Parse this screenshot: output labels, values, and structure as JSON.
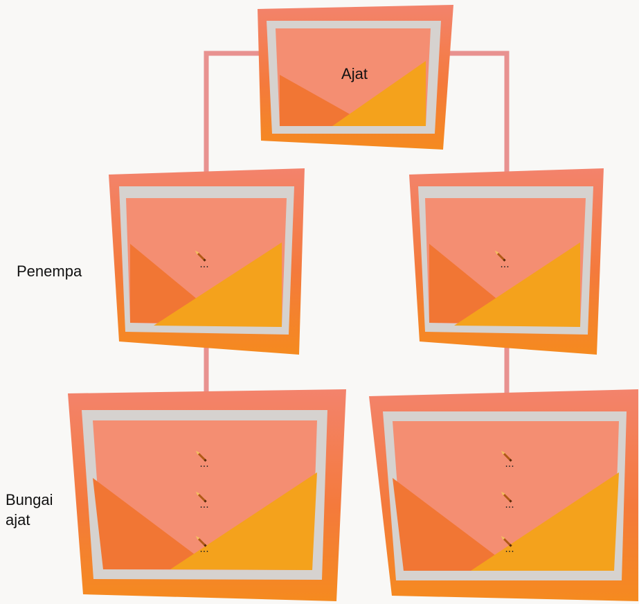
{
  "nodes": {
    "root": {
      "label": "Ajat"
    },
    "level1": [
      {
        "label": "",
        "placeholders": 1
      },
      {
        "label": "",
        "placeholders": 1
      }
    ],
    "level2": [
      {
        "label": "",
        "placeholders": 3
      },
      {
        "label": "",
        "placeholders": 3
      }
    ]
  },
  "row_labels": {
    "level1": "Penempa",
    "level2_line1": "Bungai",
    "level2_line2": "ajat"
  },
  "placeholder_text": "...",
  "icons": {
    "placeholder": "pen-nib-icon"
  },
  "colors": {
    "frame": "#f47d2e",
    "frame_top": "#f3866a",
    "inner_salmon": "#f48e72",
    "inner_orange": "#f17634",
    "inner_yellow": "#f4a21c",
    "inner_border": "#d6d2cf",
    "connector": "#e89290"
  }
}
